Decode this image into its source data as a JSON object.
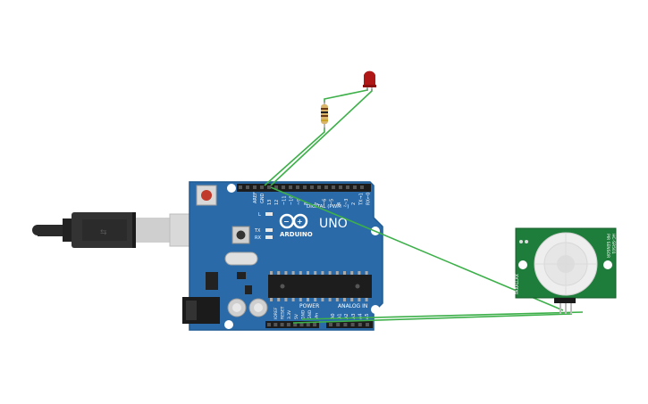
{
  "arduino": {
    "brand": "ARDUINO",
    "model": "UNO",
    "digital_label": "DIGITAL (PWM ~)",
    "power_label": "POWER",
    "analog_label": "ANALOG IN",
    "aref": "AREF",
    "gnd": "GND",
    "tx": "TX",
    "rx": "RX",
    "led_l": "L",
    "digital_pins": [
      "13",
      "12",
      "~11",
      "~10",
      "~9",
      "8",
      "7",
      "~6",
      "~5",
      "4",
      "~3",
      "2",
      "TX→1",
      "RX←0"
    ],
    "power_pins": [
      "IOREF",
      "RESET",
      "3.3V",
      "5V",
      "GND",
      "GND",
      "Vin"
    ],
    "analog_pins": [
      "A0",
      "A1",
      "A2",
      "A3",
      "A4",
      "A5"
    ]
  },
  "pir_sensor": {
    "vertical_label_left": "PIR SENSOR",
    "vertical_label_right": "HC-SR501",
    "bottom_label": "PARALLAX"
  },
  "colors": {
    "board": "#2a6aa8",
    "board_edge": "#1f5a93",
    "wire": "#3db04a",
    "pir_board": "#1e7d3a",
    "led": "#b01818",
    "usb": "#2a2a2a"
  },
  "icons": {
    "arduino_logo": "infinity-logo-icon",
    "reset_button": "reset-button-icon",
    "usb_cable": "usb-cable-icon"
  }
}
